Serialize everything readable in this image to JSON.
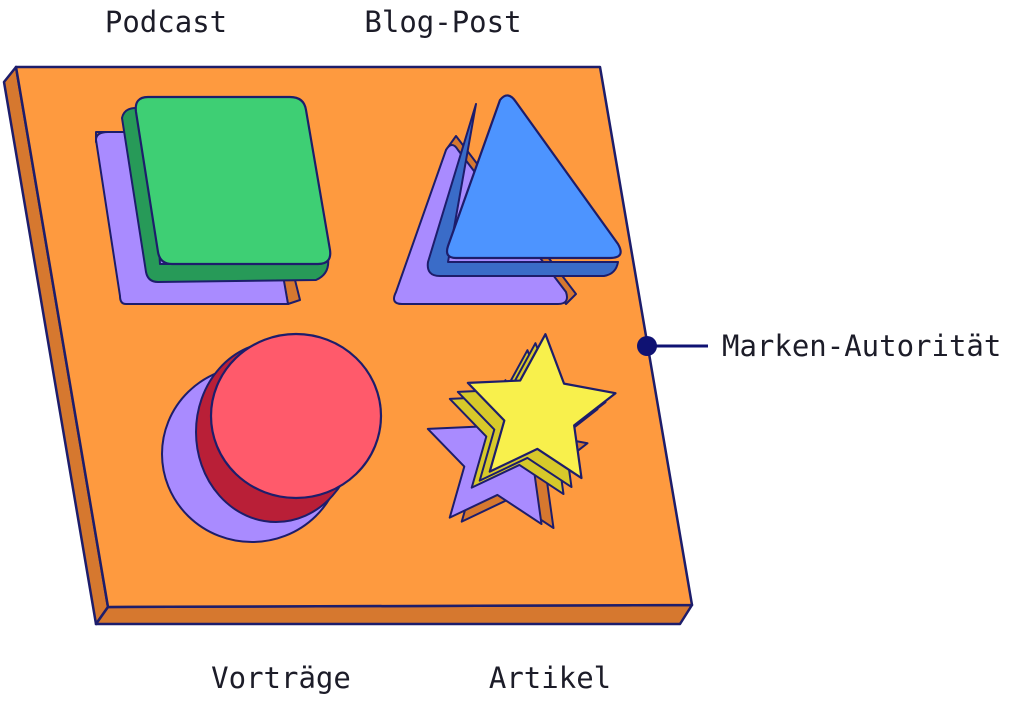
{
  "labels": {
    "podcast": "Podcast",
    "blog_post": "Blog-Post",
    "brand_authority": "Marken-Autorität",
    "talks": "Vorträge",
    "article": "Artikel"
  },
  "shapes": [
    {
      "name": "square",
      "category": "Podcast",
      "color": "#3ecf74"
    },
    {
      "name": "triangle",
      "category": "Blog-Post",
      "color": "#4d94ff"
    },
    {
      "name": "circle",
      "category": "Vorträge",
      "color": "#ff5a6b"
    },
    {
      "name": "star",
      "category": "Artikel",
      "color": "#f8f04c"
    }
  ],
  "colors": {
    "board": "#fe9a3f",
    "board_edge": "#d6782f",
    "outline": "#1d1d6b",
    "hole": "#a98bff",
    "connector": "#0f1273"
  }
}
